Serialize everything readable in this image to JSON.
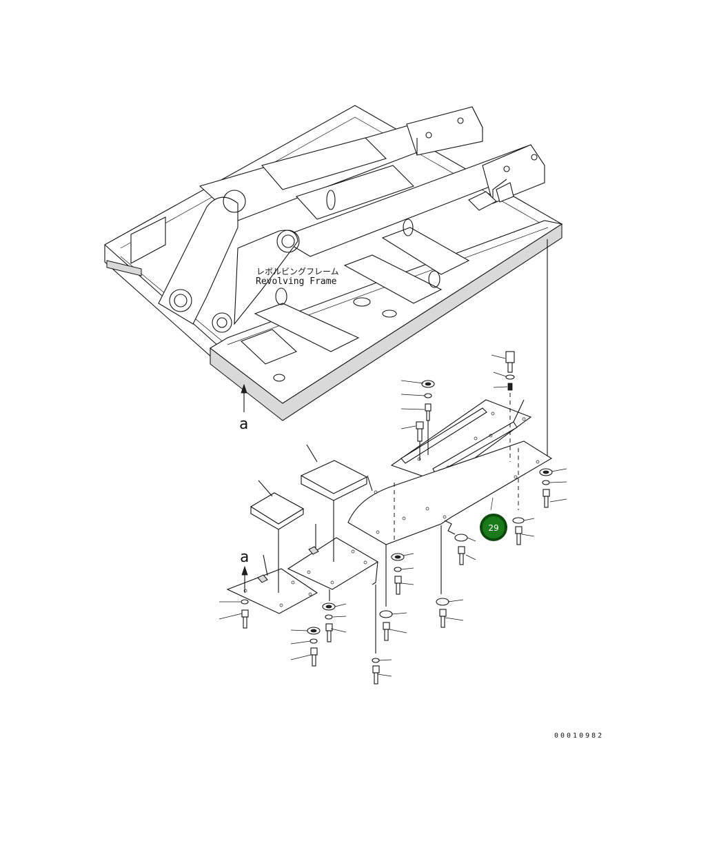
{
  "frame_label": {
    "japanese": "レボルビングフレーム",
    "english": "Revolving Frame"
  },
  "view_markers": [
    "a",
    "a"
  ],
  "callout": {
    "number": "29",
    "color": "#1a7a1a"
  },
  "drawing_number": "00010982"
}
